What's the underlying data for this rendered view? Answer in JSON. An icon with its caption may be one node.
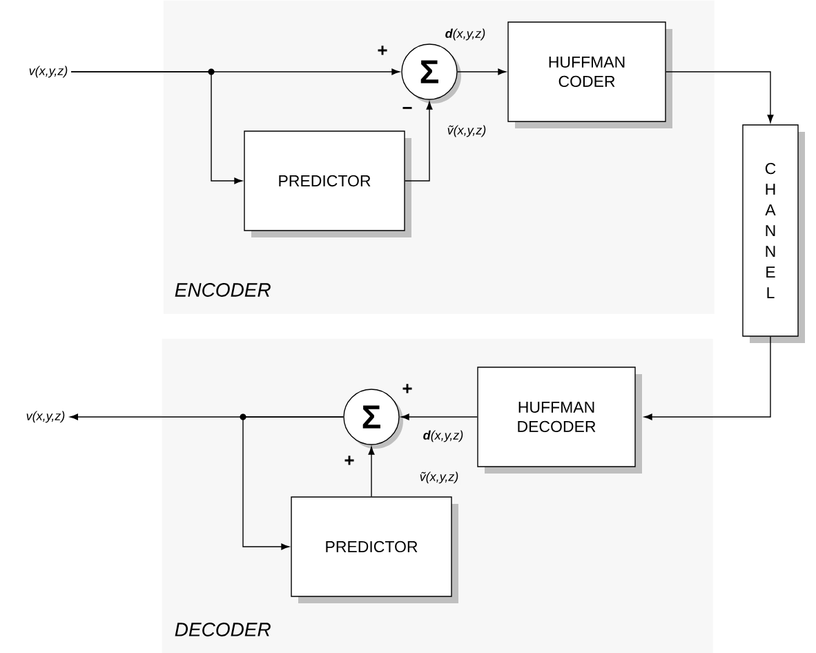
{
  "diagram": {
    "nodes": [
      {
        "text": [
          "ENCODER"
        ]
      },
      {
        "text": [
          "v(x,y,z)"
        ]
      },
      {
        "text": [
          "Σ"
        ],
        "in": 0
      },
      {
        "text": [
          "PREDICTOR"
        ],
        "in": 0
      },
      {
        "text": [
          "HUFFMAN CODER"
        ],
        "in": 0
      },
      {
        "text": [
          "CHANNEL"
        ]
      },
      {
        "text": [
          "DECODER"
        ]
      },
      {
        "text": [
          "HUFFMAN DECODER"
        ],
        "in": 6
      },
      {
        "text": [
          "Σ"
        ],
        "in": 6
      },
      {
        "text": [
          "PREDICTOR"
        ],
        "in": 6
      },
      {
        "text": [
          "v(x,y,z)"
        ]
      }
    ],
    "edges": [
      {
        "from": 1,
        "to": 2,
        "arrow": "to"
      },
      {
        "from": 1,
        "to": 3,
        "arrow": "to"
      },
      {
        "from": 3,
        "to": 2,
        "arrow": "to",
        "label": "ṽ(x,y,z)"
      },
      {
        "from": 2,
        "to": 4,
        "arrow": "to",
        "label": "**d**(x,y,z)"
      },
      {
        "from": 4,
        "to": 5,
        "arrow": "to"
      },
      {
        "from": 5,
        "to": 7,
        "arrow": "to"
      },
      {
        "from": 7,
        "to": 8,
        "arrow": "to",
        "label": "**d**(x,y,z)"
      },
      {
        "from": 9,
        "to": 8,
        "arrow": "to",
        "label": "ṽ(x,y,z)"
      },
      {
        "from": 8,
        "to": 10,
        "arrow": "to"
      },
      {
        "from": 8,
        "to": 9,
        "arrow": "to"
      }
    ],
    "labels": [
      "+",
      "−",
      "+",
      "+"
    ]
  }
}
